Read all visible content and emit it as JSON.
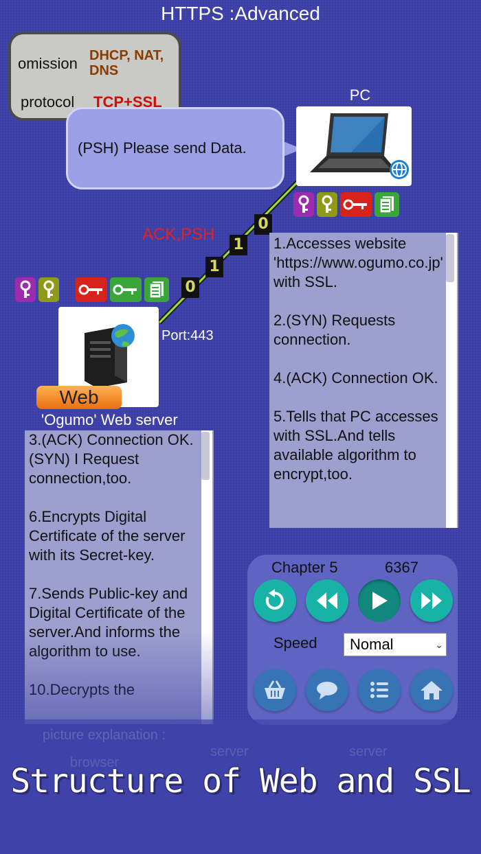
{
  "title": "HTTPS :Advanced",
  "legend": {
    "omission_label": "omission",
    "omission_value": "DHCP, NAT, DNS",
    "protocol_label": "protocol",
    "protocol_value": "TCP+SSL"
  },
  "speech": "(PSH) Please send Data.",
  "pc": {
    "label": "PC"
  },
  "packet": {
    "label": "ACK,PSH",
    "bits": [
      "0",
      "1",
      "1",
      "0"
    ]
  },
  "server": {
    "port": "Port:443",
    "badge": "Web",
    "name": "'Ogumo' Web server"
  },
  "pc_steps": [
    "1.Accesses website 'https://www.ogumo.co.jp' with SSL.",
    "2.(SYN) Requests connection.",
    "4.(ACK) Connection OK.",
    "5.Tells that PC accesses with SSL.And tells available algorithm to encrypt,too."
  ],
  "server_steps": [
    "3.(ACK) Connection OK.(SYN) I Request connection,too.",
    "6.Encrypts Digital Certificate of the server with its Secret-key.",
    "7.Sends Public-key and Digital Certificate of the server.And informs the algorithm to use.",
    "10.Decrypts the"
  ],
  "player": {
    "chapter": "Chapter 5",
    "counter": "6367",
    "speed_label": "Speed",
    "speed_value": "Nomal",
    "icons": [
      "replay-icon",
      "rewind-icon",
      "play-icon",
      "fast-forward-icon",
      "basket-icon",
      "comment-icon",
      "list-icon",
      "home-icon"
    ]
  },
  "ghost": {
    "explanation": "picture explanation :",
    "legend_browser": "browser",
    "legend_server1": "server",
    "legend_server2": "server"
  },
  "banner": "Structure of Web and SSL",
  "colors": {
    "background": "#3c3fa6",
    "alert_red": "#e32121",
    "teal": "#18b3a7",
    "blue_button": "#3674b6",
    "link_green": "#9ee02c"
  }
}
